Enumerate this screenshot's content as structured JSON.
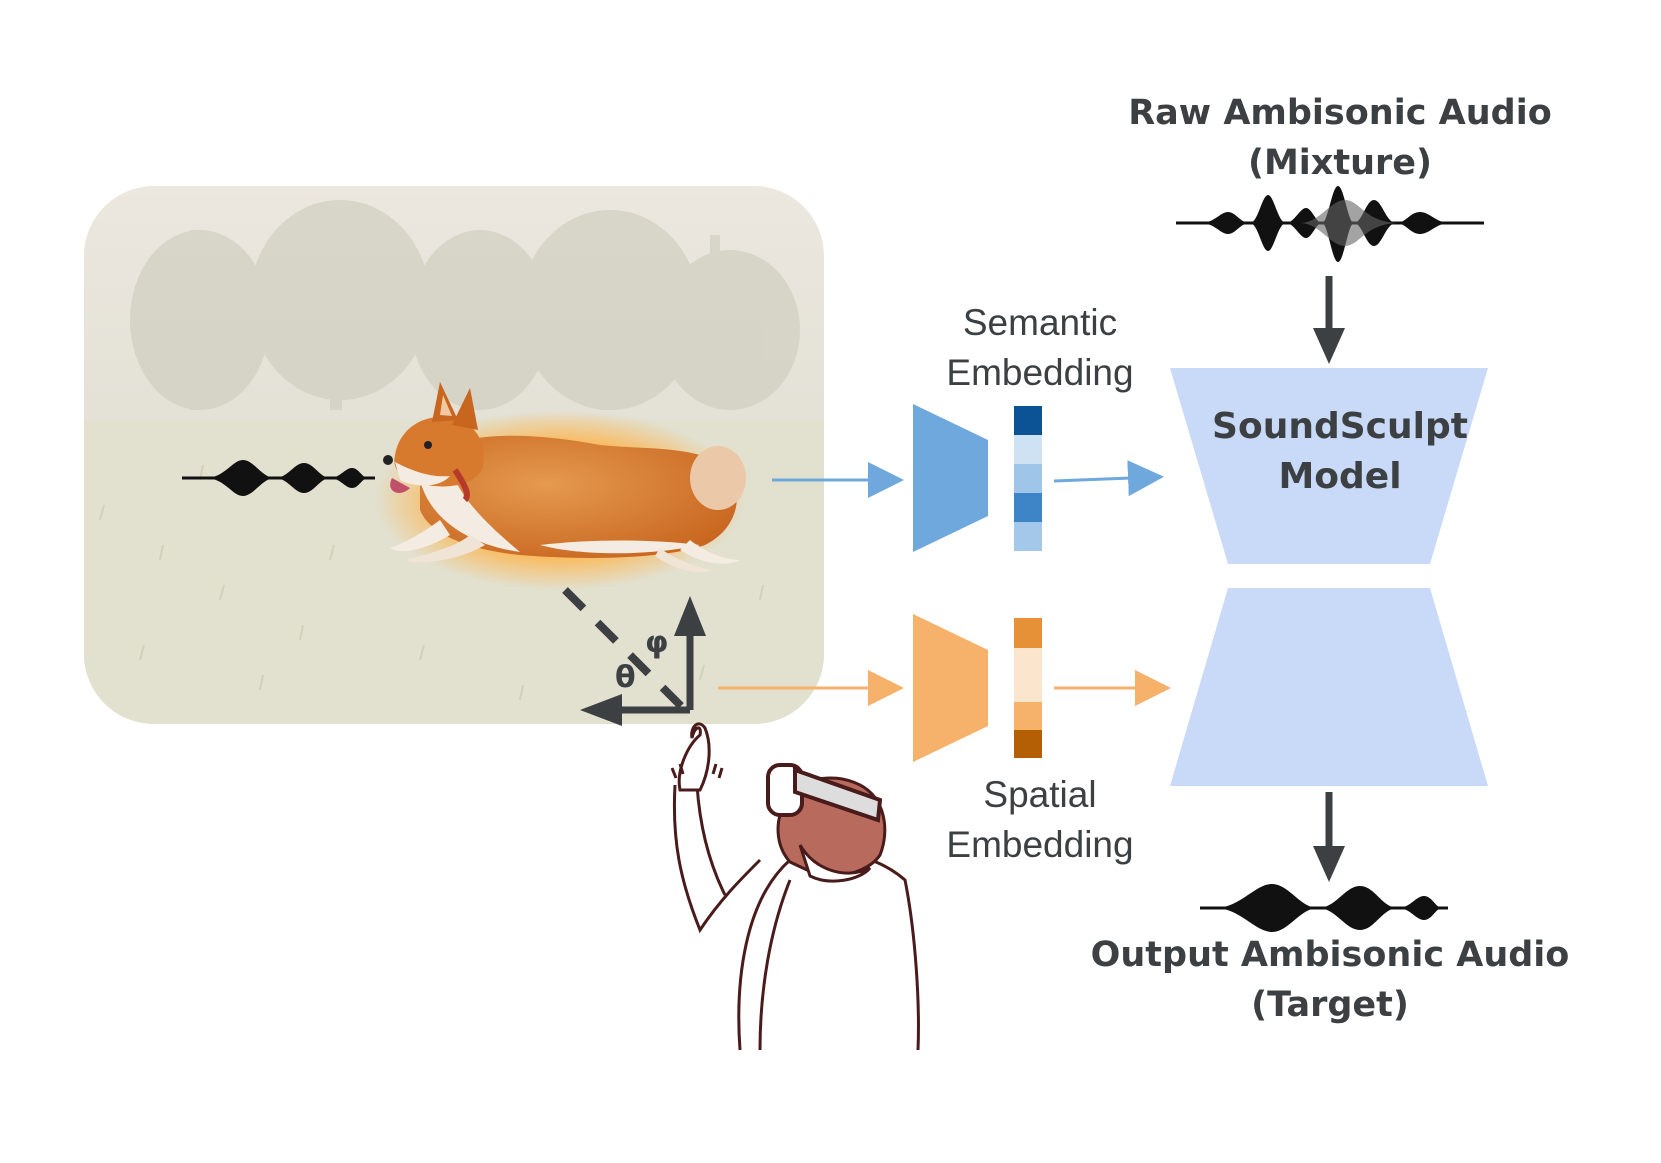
{
  "labels": {
    "raw_audio_line1": "Raw Ambisonic Audio",
    "raw_audio_line2": "(Mixture)",
    "semantic_line1": "Semantic",
    "semantic_line2": "Embedding",
    "spatial_line1": "Spatial",
    "spatial_line2": "Embedding",
    "model_line1": "SoundSculpt",
    "model_line2": "Model",
    "output_line1": "Output Ambisonic Audio",
    "output_line2": "(Target)",
    "theta": "θ",
    "phi": "φ"
  },
  "colors": {
    "text": "#3c4043",
    "semantic_blue": "#6fa8dc",
    "spatial_orange": "#f6b26b",
    "model_fill": "#c9daf8",
    "semantic_bar": [
      "#0b5394",
      "#cfe2f3",
      "#9fc5e8",
      "#3d85c6",
      "#a4c8ea"
    ],
    "spatial_bar": [
      "#e69138",
      "#fce5cd",
      "#f6b26b",
      "#b45f06"
    ]
  },
  "icons": {
    "scene": "corgi-photo",
    "user": "vr-headset-person-icon",
    "waveform": "waveform-icon"
  }
}
